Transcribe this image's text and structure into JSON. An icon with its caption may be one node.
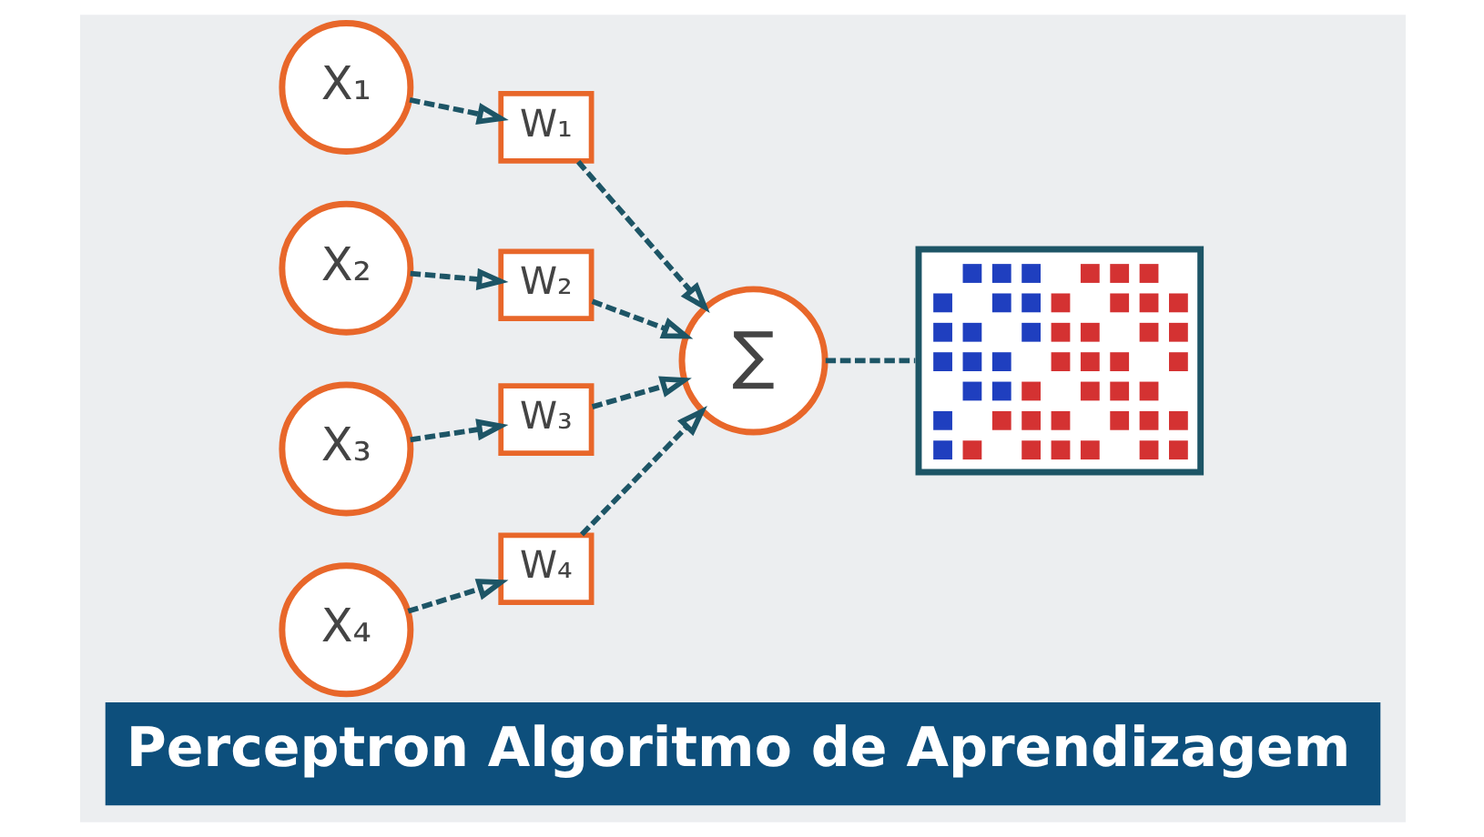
{
  "diagram": {
    "title": "Perceptron Algoritmo de Aprendizagem",
    "nodes": [
      {
        "text": [
          "X₁"
        ]
      },
      {
        "text": [
          "X₂"
        ]
      },
      {
        "text": [
          "X₃"
        ]
      },
      {
        "text": [
          "X₄"
        ]
      },
      {
        "text": [
          "W₁"
        ]
      },
      {
        "text": [
          "W₂"
        ]
      },
      {
        "text": [
          "W₃"
        ]
      },
      {
        "text": [
          "W₄"
        ]
      },
      {
        "text": [
          "∑"
        ]
      },
      {
        "text": [],
        "shape": "picture"
      }
    ],
    "edges": [
      {
        "from": 0,
        "to": 4,
        "arrow": "to",
        "style": "dashed"
      },
      {
        "from": 1,
        "to": 5,
        "arrow": "to",
        "style": "dashed"
      },
      {
        "from": 2,
        "to": 6,
        "arrow": "to",
        "style": "dashed"
      },
      {
        "from": 3,
        "to": 7,
        "arrow": "to",
        "style": "dashed"
      },
      {
        "from": 4,
        "to": 8,
        "arrow": "to",
        "style": "dashed"
      },
      {
        "from": 5,
        "to": 8,
        "arrow": "to",
        "style": "dashed"
      },
      {
        "from": 6,
        "to": 8,
        "arrow": "to",
        "style": "dashed"
      },
      {
        "from": 7,
        "to": 8,
        "arrow": "to",
        "style": "dashed"
      },
      {
        "from": 8,
        "to": 9,
        "arrow": "none",
        "style": "dashed"
      }
    ]
  }
}
